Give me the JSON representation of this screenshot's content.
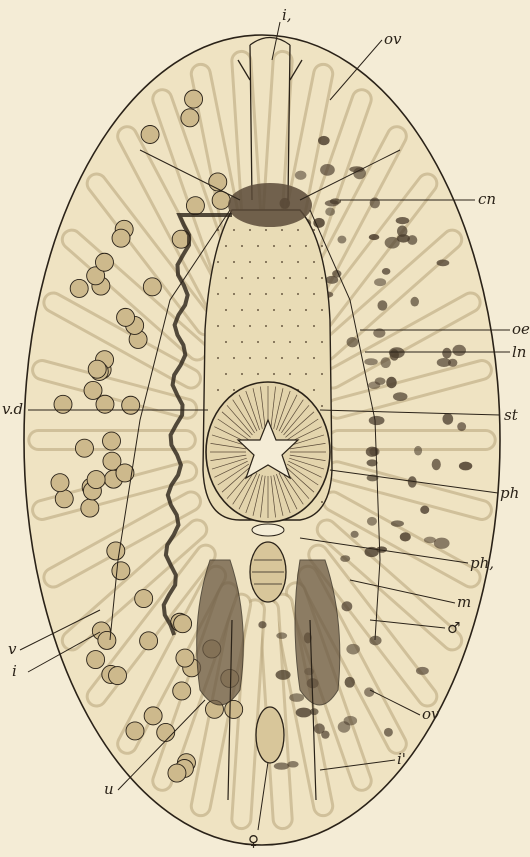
{
  "labels": {
    "i1": "i,",
    "ov_top": "ov",
    "cn": "cn",
    "oe": "oe",
    "ln": "ln",
    "vd": "v.d",
    "st": "st",
    "ph": "ph",
    "v": "v",
    "i_left": "i",
    "ph1": "ph,",
    "m": "m",
    "male": "♂",
    "ov_bottom": "ov",
    "u": "u",
    "i_prime": "i'",
    "female": "♀"
  }
}
